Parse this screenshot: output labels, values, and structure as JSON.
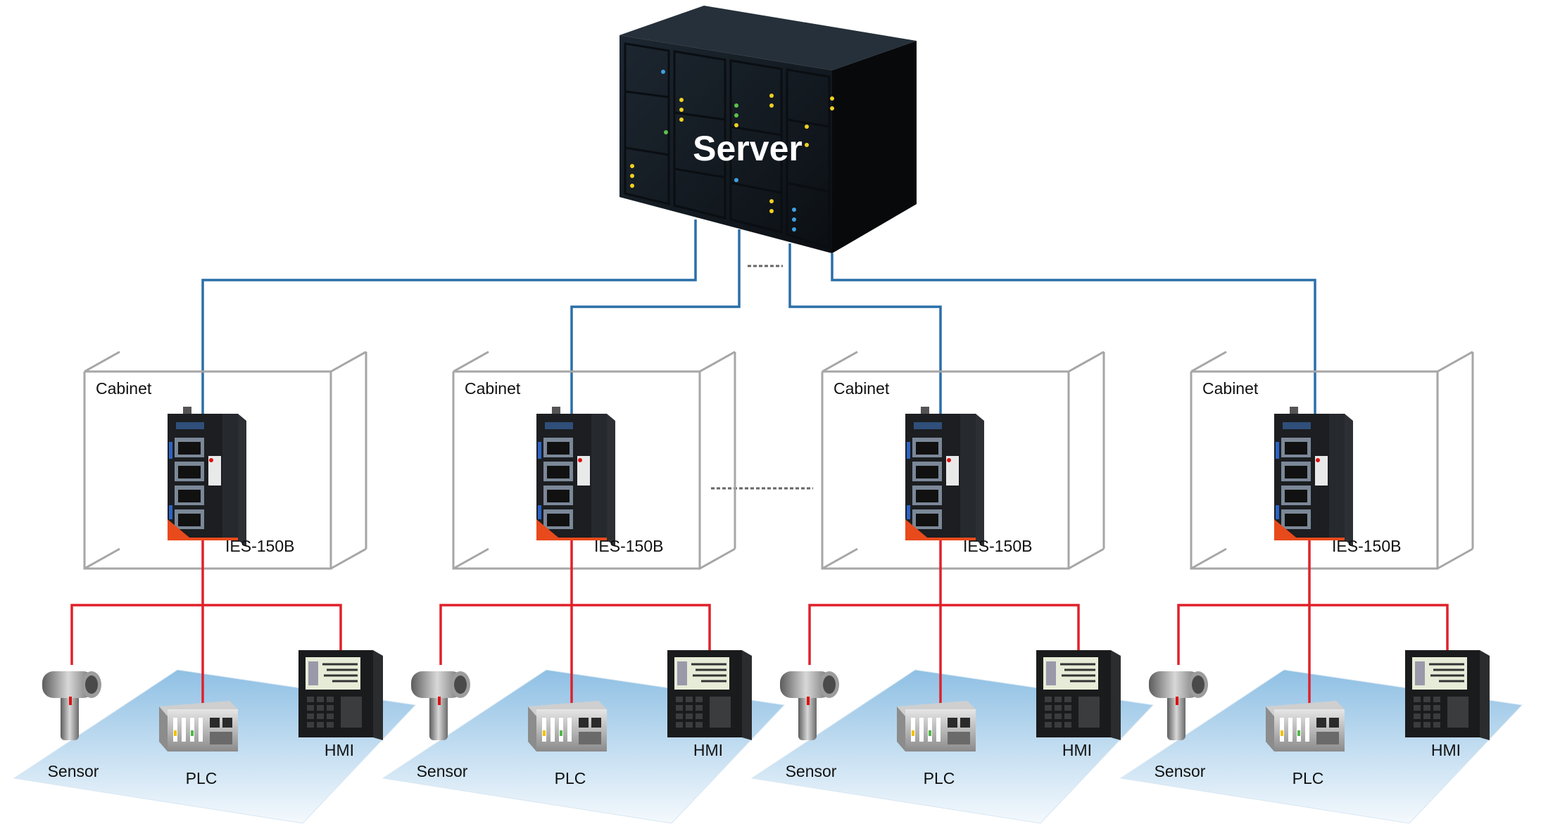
{
  "server": {
    "label": "Server"
  },
  "cabinets": [
    {
      "label": "Cabinet",
      "switch_label": "IES-150B",
      "devices": {
        "sensor": "Sensor",
        "plc": "PLC",
        "hmi": "HMI"
      }
    },
    {
      "label": "Cabinet",
      "switch_label": "IES-150B",
      "devices": {
        "sensor": "Sensor",
        "plc": "PLC",
        "hmi": "HMI"
      }
    },
    {
      "label": "Cabinet",
      "switch_label": "IES-150B",
      "devices": {
        "sensor": "Sensor",
        "plc": "PLC",
        "hmi": "HMI"
      }
    },
    {
      "label": "Cabinet",
      "switch_label": "IES-150B",
      "devices": {
        "sensor": "Sensor",
        "plc": "PLC",
        "hmi": "HMI"
      }
    }
  ],
  "colors": {
    "uplink": "#2a6fa8",
    "field_link": "#e0202a",
    "cabinet_outline": "#a6a6a6",
    "floor": "#a9cfe9",
    "server_body": "#141a20"
  }
}
